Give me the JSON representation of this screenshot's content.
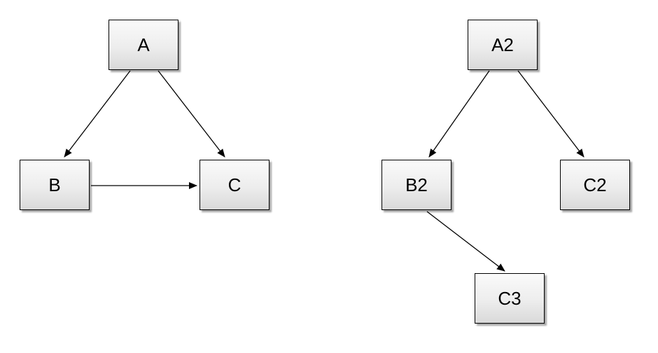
{
  "diagram": {
    "type": "directed-graph",
    "background_color": "#ffffff",
    "node_style": {
      "fill_top": "#fafafa",
      "fill_bottom": "#d9d9d9",
      "border_color": "#000000",
      "shadow_color": "#a0a0a0",
      "text_color": "#000000"
    },
    "left": {
      "nodes": [
        {
          "id": "A",
          "label": "A"
        },
        {
          "id": "B",
          "label": "B"
        },
        {
          "id": "C",
          "label": "C"
        }
      ],
      "edges": [
        {
          "from": "A",
          "to": "B"
        },
        {
          "from": "A",
          "to": "C"
        },
        {
          "from": "B",
          "to": "C"
        }
      ]
    },
    "right": {
      "nodes": [
        {
          "id": "A2",
          "label": "A2"
        },
        {
          "id": "B2",
          "label": "B2"
        },
        {
          "id": "C2",
          "label": "C2"
        },
        {
          "id": "C3",
          "label": "C3"
        }
      ],
      "edges": [
        {
          "from": "A2",
          "to": "B2"
        },
        {
          "from": "A2",
          "to": "C2"
        },
        {
          "from": "B2",
          "to": "C3"
        }
      ]
    }
  }
}
